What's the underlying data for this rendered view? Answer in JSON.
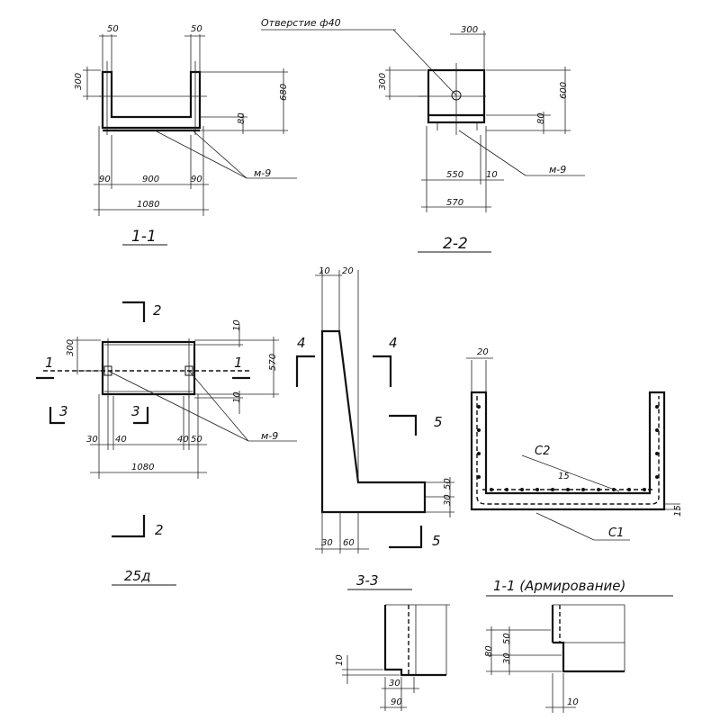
{
  "titles": {
    "section_1_1": "1-1",
    "section_2_2": "2-2",
    "plan": "25д",
    "section_3_3": "3-3",
    "section_1_1_reinf": "1-1 (Армирование)"
  },
  "notes": {
    "hole": "Отверстие ф40",
    "anchor": "м-9",
    "c1": "С1",
    "c2": "С2"
  },
  "cut_marks": {
    "n1": "1",
    "n2": "2",
    "n3": "3",
    "n4": "4",
    "n5": "5"
  },
  "dims": {
    "s11_top_left": "50",
    "s11_top_right": "50",
    "s11_300": "300",
    "s11_680": "680",
    "s11_80": "80",
    "s11_90a": "90",
    "s11_900": "900",
    "s11_90b": "90",
    "s11_1080": "1080",
    "s22_300top": "300",
    "s22_300left": "300",
    "s22_600": "600",
    "s22_80": "80",
    "s22_550": "550",
    "s22_10": "10",
    "s22_570": "570",
    "pl_300": "300",
    "pl_10a": "10",
    "pl_570": "570",
    "pl_10b": "10",
    "pl_30": "30",
    "pl_40a": "40",
    "pl_40b": "40",
    "pl_50": "50",
    "pl_1080": "1080",
    "lw_10": "10",
    "lw_20": "20",
    "lw_50": "50",
    "lw_30": "30",
    "lw_30b": "30",
    "lw_60": "60",
    "rf_20": "20",
    "rf_15a": "15",
    "rf_15b": "15",
    "d33_10": "10",
    "d33_30": "30",
    "d33_90": "90",
    "d11_80": "80",
    "d11_50": "50",
    "d11_30": "30",
    "d11_10": "10"
  }
}
